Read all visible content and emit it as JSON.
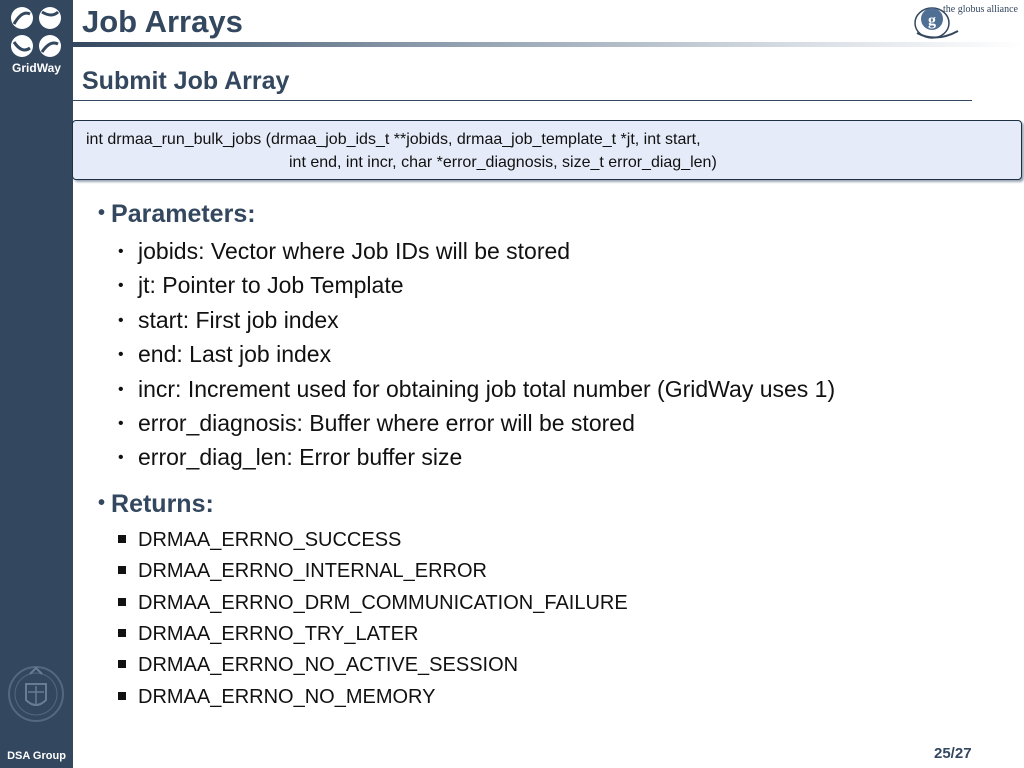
{
  "sidebar": {
    "logo_label": "GridWay",
    "footer_label": "DSA Group"
  },
  "header": {
    "title": "Job Arrays",
    "subtitle": "Submit Job Array",
    "partner_logo_text": "the globus alliance"
  },
  "signature": {
    "line1": "int drmaa_run_bulk_jobs (drmaa_job_ids_t **jobids, drmaa_job_template_t *jt, int start,",
    "line2": "int end, int incr, char *error_diagnosis, size_t error_diag_len)"
  },
  "parameters": {
    "heading": "Parameters:",
    "items": [
      "jobids: Vector where Job IDs will be stored",
      "jt: Pointer to Job Template",
      "start: First job index",
      "end: Last job index",
      "incr: Increment used for obtaining job total number (GridWay uses 1)",
      "error_diagnosis: Buffer where error will be stored",
      "error_diag_len: Error buffer size"
    ]
  },
  "returns": {
    "heading": "Returns:",
    "items": [
      "DRMAA_ERRNO_SUCCESS",
      "DRMAA_ERRNO_INTERNAL_ERROR",
      "DRMAA_ERRNO_DRM_COMMUNICATION_FAILURE",
      "DRMAA_ERRNO_TRY_LATER",
      "DRMAA_ERRNO_NO_ACTIVE_SESSION",
      "DRMAA_ERRNO_NO_MEMORY"
    ]
  },
  "page_number": "25/27",
  "colors": {
    "brand_navy": "#33475f",
    "signature_bg": "#e5ebf8"
  }
}
